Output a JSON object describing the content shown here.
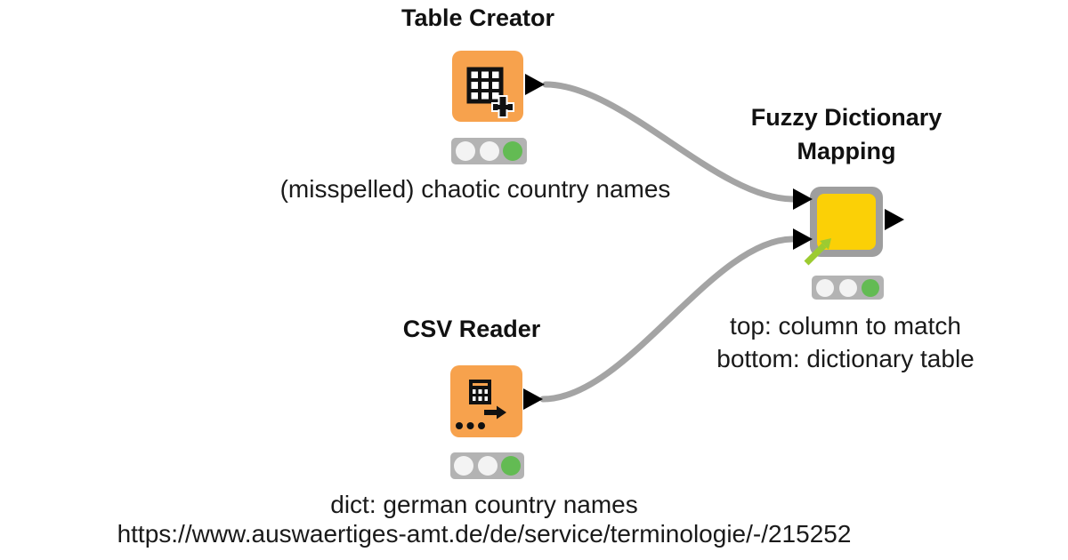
{
  "workflow": {
    "nodes": {
      "table_creator": {
        "title": "Table Creator",
        "annotation": "(misspelled) chaotic country names",
        "icon": "table-plus-icon",
        "status": "executed"
      },
      "csv_reader": {
        "title": "CSV Reader",
        "annotation_line1": "dict: german country names",
        "annotation_line2": "https://www.auswaertiges-amt.de/de/service/terminologie/-/215252",
        "icon": "table-export-icon",
        "status": "executed"
      },
      "fuzzy_mapping": {
        "title_line1": "Fuzzy Dictionary",
        "title_line2": "Mapping",
        "annotation_line1": "top: column to match",
        "annotation_line2": "bottom: dictionary table",
        "icon": "component-link-arrow-icon",
        "status": "executed"
      }
    },
    "connections": [
      {
        "from": "Table Creator",
        "to": "Fuzzy Dictionary Mapping",
        "to_port": "top"
      },
      {
        "from": "CSV Reader",
        "to": "Fuzzy Dictionary Mapping",
        "to_port": "bottom"
      }
    ],
    "colors": {
      "node_orange": "#F7A24D",
      "component_yellow": "#FBD006",
      "component_frame_gray": "#9E9E9E",
      "connection_gray": "#A4A4A4",
      "port_black": "#000000",
      "status_green": "#63BB53",
      "status_idle_white": "#F3F3F3",
      "status_bar_gray": "#B3B3B3",
      "link_arrow_green": "#9CCB31",
      "background": "#FFFFFF"
    }
  }
}
